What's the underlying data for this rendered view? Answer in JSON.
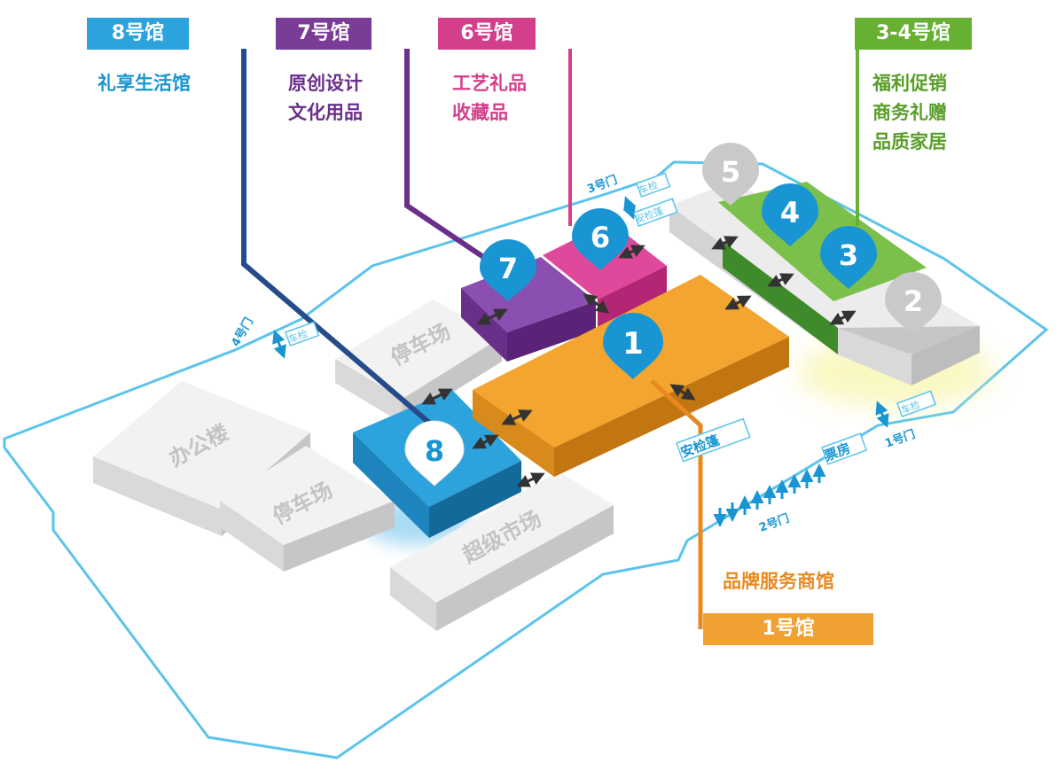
{
  "halls": {
    "h8": {
      "tag": "8号馆",
      "desc": [
        "礼享生活馆"
      ],
      "marker": "8",
      "color": "#2da3dd"
    },
    "h7": {
      "tag": "7号馆",
      "desc": [
        "原创设计",
        "文化用品"
      ],
      "marker": "7",
      "color": "#7b3c97"
    },
    "h6": {
      "tag": "6号馆",
      "desc": [
        "工艺礼品",
        "收藏品"
      ],
      "marker": "6",
      "color": "#d43f8c"
    },
    "h34": {
      "tag": "3-4号馆",
      "desc": [
        "福利促销",
        "商务礼赠",
        "品质家居"
      ],
      "color": "#66b032"
    },
    "h1": {
      "tag": "1号馆",
      "desc": [
        "品牌服务商馆"
      ],
      "marker": "1",
      "color": "#f0a132"
    }
  },
  "markers": {
    "m2": "2",
    "m3": "3",
    "m4": "4",
    "m5": "5"
  },
  "buildings": {
    "office": "办公楼",
    "parking1": "停车场",
    "parking2": "停车场",
    "supermarket": "超级市场"
  },
  "gates": {
    "g1": "1号门",
    "g2": "2号门",
    "g3": "3号门",
    "g4": "4号门"
  },
  "facilities": {
    "security_tent": "安检篷",
    "ticket_office": "票房",
    "vehicle_check_3": "车检",
    "tent_check_3": "安检篷",
    "vehicle_check_4": "车检",
    "vehicle_check_1": "车检"
  },
  "colors": {
    "outline": "#5bc4ea",
    "pin_blue": "#1a95d3",
    "pin_gray": "#c9c9c9",
    "gray_building": "#e9e9e9"
  }
}
